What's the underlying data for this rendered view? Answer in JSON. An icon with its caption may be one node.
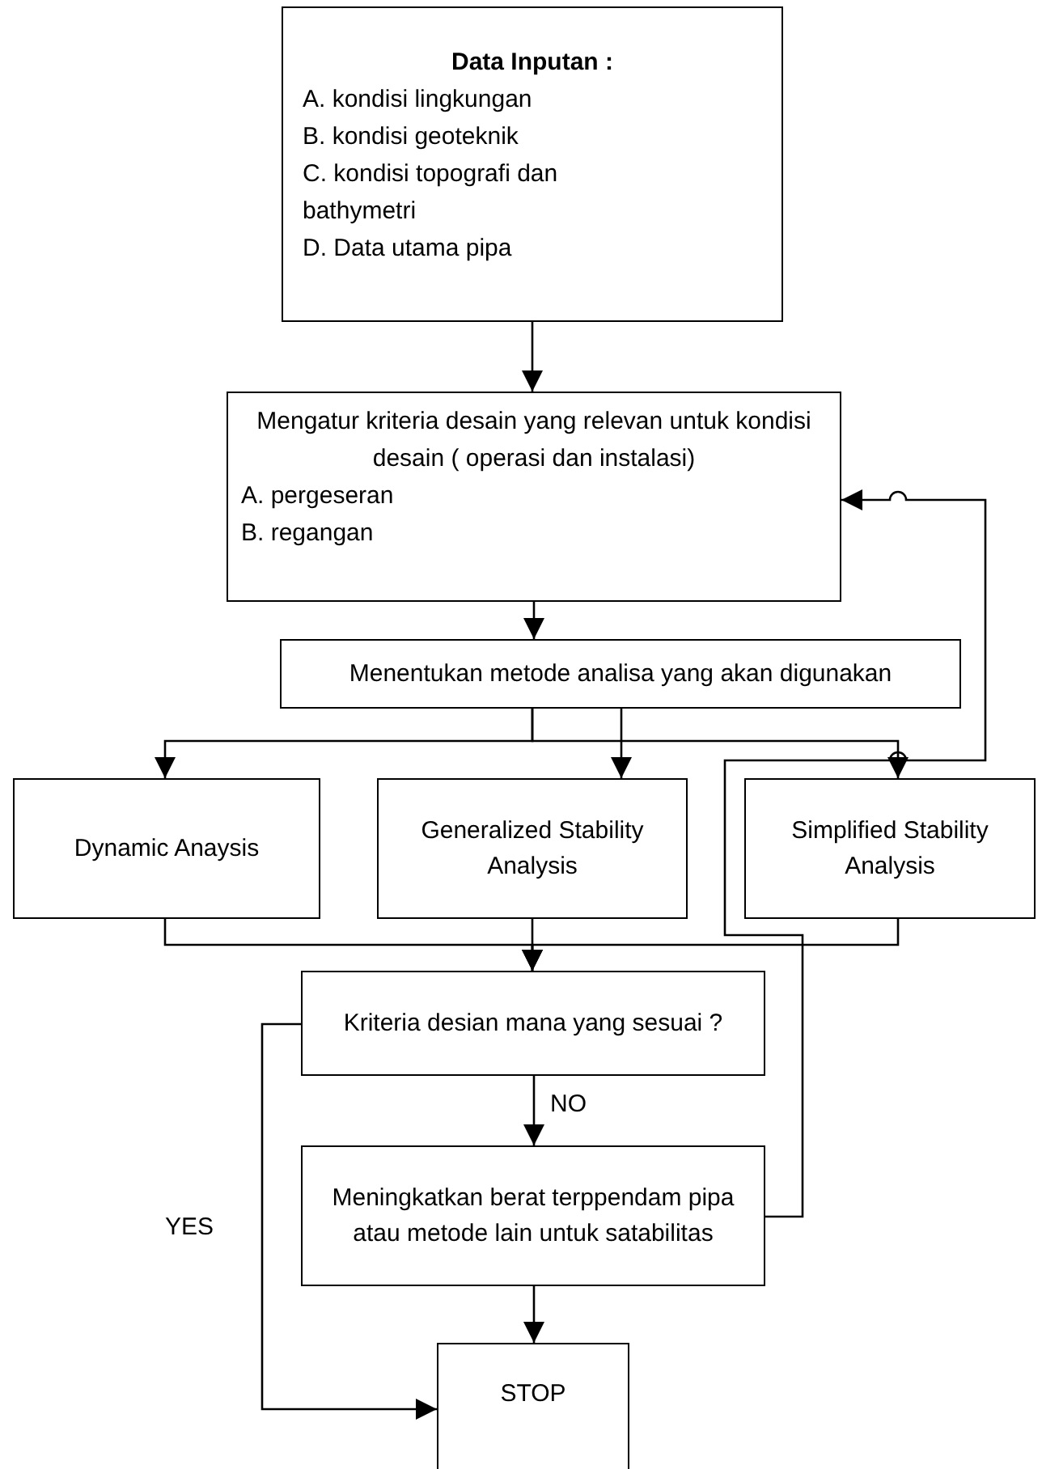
{
  "diagram": {
    "nodes": [
      {
        "text": [
          "Data Inputan :",
          "A. kondisi lingkungan",
          "B. kondisi geoteknik",
          "C. kondisi topografi dan bathymetri",
          "D. Data utama pipa"
        ]
      },
      {
        "text": [
          "Mengatur kriteria desain yang relevan untuk kondisi desain ( operasi dan instalasi)",
          "A. pergeseran",
          "B. regangan"
        ]
      },
      {
        "text": [
          "Menentukan metode analisa yang akan digunakan"
        ]
      },
      {
        "text": [
          "Dynamic Anaysis"
        ]
      },
      {
        "text": [
          "Generalized Stability Analysis"
        ]
      },
      {
        "text": [
          "Simplified Stability Analysis"
        ]
      },
      {
        "text": [
          "Kriteria desian mana yang sesuai ?"
        ]
      },
      {
        "text": [
          "Meningkatkan berat terppendam pipa atau metode lain untuk satabilitas"
        ]
      },
      {
        "text": [
          "STOP"
        ]
      }
    ],
    "edges": [
      {
        "from": 0,
        "to": 1,
        "arrow": "to"
      },
      {
        "from": 1,
        "to": 2,
        "arrow": "to"
      },
      {
        "from": 2,
        "to": 3,
        "arrow": "to"
      },
      {
        "from": 2,
        "to": 4,
        "arrow": "to"
      },
      {
        "from": 2,
        "to": 5,
        "arrow": "to"
      },
      {
        "from": 3,
        "to": 6,
        "arrow": "to"
      },
      {
        "from": 4,
        "to": 6,
        "arrow": "to"
      },
      {
        "from": 5,
        "to": 6,
        "arrow": "to"
      },
      {
        "from": 6,
        "to": 7,
        "arrow": "to",
        "label": "NO"
      },
      {
        "from": 7,
        "to": 8,
        "arrow": "to"
      },
      {
        "from": 6,
        "to": 8,
        "arrow": "to",
        "label": "YES"
      },
      {
        "from": 7,
        "to": 1,
        "arrow": "to"
      }
    ]
  }
}
